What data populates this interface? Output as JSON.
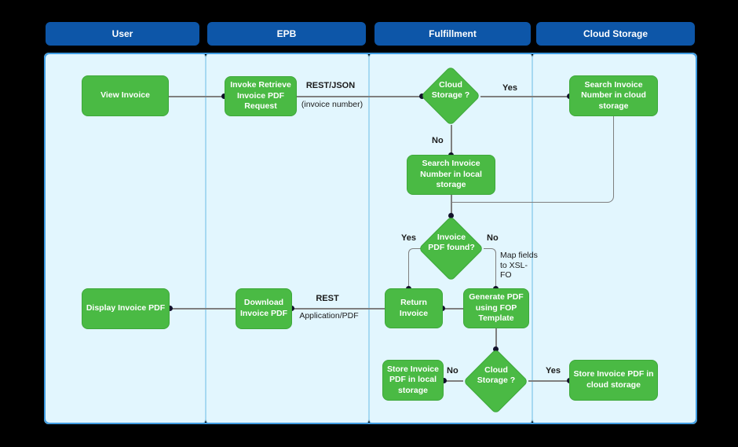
{
  "lanes": [
    {
      "label": "User"
    },
    {
      "label": "EPB"
    },
    {
      "label": "Fulfillment"
    },
    {
      "label": "Cloud Storage"
    }
  ],
  "nodes": {
    "view_invoice": {
      "label": "View Invoice",
      "type": "process",
      "lane": "User"
    },
    "invoke_retrieve": {
      "label": "Invoke Retrieve Invoice PDF Request",
      "type": "process",
      "lane": "EPB"
    },
    "cloud_storage_top": {
      "label": "Cloud Storage ?",
      "type": "decision",
      "lane": "Fulfillment"
    },
    "search_cloud": {
      "label": "Search Invoice Number in cloud storage",
      "type": "process",
      "lane": "Cloud Storage"
    },
    "search_local": {
      "label": "Search Invoice Number in local storage",
      "type": "process",
      "lane": "Fulfillment"
    },
    "invoice_pdf_found": {
      "label": "Invoice PDF found?",
      "type": "decision",
      "lane": "Fulfillment"
    },
    "return_invoice": {
      "label": "Return Invoice",
      "type": "process",
      "lane": "Fulfillment"
    },
    "generate_pdf": {
      "label": "Generate PDF using FOP Template",
      "type": "process",
      "lane": "Fulfillment"
    },
    "display_invoice": {
      "label": "Display Invoice PDF",
      "type": "process",
      "lane": "User"
    },
    "download_invoice": {
      "label": "Download Invoice PDF",
      "type": "process",
      "lane": "EPB"
    },
    "store_local": {
      "label": "Store Invoice PDF in local storage",
      "type": "process",
      "lane": "Fulfillment"
    },
    "cloud_storage_bottom": {
      "label": "Cloud Storage ?",
      "type": "decision",
      "lane": "Fulfillment"
    },
    "store_cloud": {
      "label": "Store Invoice PDF in cloud storage",
      "type": "process",
      "lane": "Cloud Storage"
    }
  },
  "edge_labels": {
    "rest_json": "REST/JSON",
    "invoice_number": "(invoice number)",
    "yes_top": "Yes",
    "no_top": "No",
    "yes_found": "Yes",
    "no_found": "No",
    "map_fields": "Map fields to XSL-FO",
    "rest": "REST",
    "application_pdf": "Application/PDF",
    "no_bottom": "No",
    "yes_bottom": "Yes"
  },
  "colors": {
    "background": "#000000",
    "lane_header": "#0d56a8",
    "lane_body": "#e2f6fe",
    "lane_border": "#3f9ce2",
    "node_fill": "#4aba44",
    "node_border": "#3da83a",
    "node_text": "#ffffff",
    "connector": "#7f7f7f",
    "junction_dot": "#12122b",
    "label_text": "#1b1b1b"
  }
}
